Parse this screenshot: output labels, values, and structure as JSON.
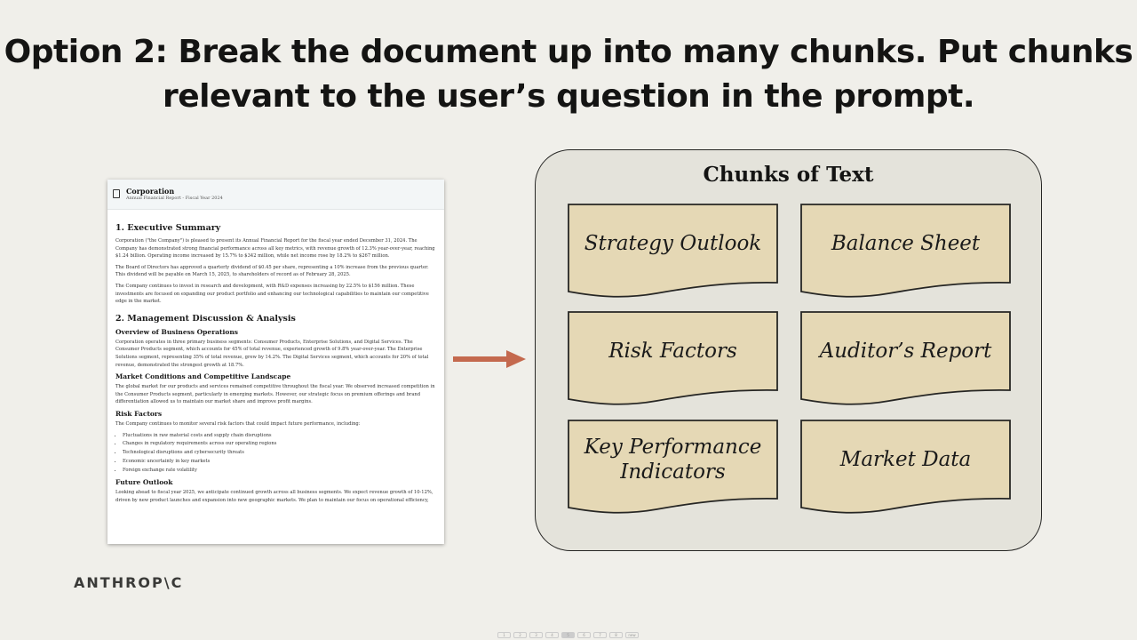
{
  "slide": {
    "title_prefix": "Option 2: ",
    "title_rest": "Break the document up into many chunks. Put chunks relevant to the user’s question in the prompt."
  },
  "document": {
    "title": "Corporation",
    "subtitle": "Annual Financial Report - Fiscal Year 2024",
    "sec1": "1. Executive Summary",
    "p1": "Corporation (\"the Company\") is pleased to present its Annual Financial Report for the fiscal year ended December 31, 2024. The Company has demonstrated strong financial performance across all key metrics, with revenue growth of 12.3% year-over-year, reaching $1.24 billion. Operating income increased by 15.7% to $342 million, while net income rose by 18.2% to $267 million.",
    "p2": "The Board of Directors has approved a quarterly dividend of $0.45 per share, representing a 10% increase from the previous quarter. This dividend will be payable on March 15, 2025, to shareholders of record as of February 28, 2025.",
    "p3": "The Company continues to invest in research and development, with R&D expenses increasing by 22.5% to $156 million. These investments are focused on expanding our product portfolio and enhancing our technological capabilities to maintain our competitive edge in the market.",
    "sec2": "2. Management Discussion & Analysis",
    "sub1": "Overview of Business Operations",
    "p4": "Corporation operates in three primary business segments: Consumer Products, Enterprise Solutions, and Digital Services. The Consumer Products segment, which accounts for 45% of total revenue, experienced growth of 9.8% year-over-year. The Enterprise Solutions segment, representing 35% of total revenue, grew by 14.2%. The Digital Services segment, which accounts for 20% of total revenue, demonstrated the strongest growth at 18.7%.",
    "sub2": "Market Conditions and Competitive Landscape",
    "p5": "The global market for our products and services remained competitive throughout the fiscal year. We observed increased competition in the Consumer Products segment, particularly in emerging markets. However, our strategic focus on premium offerings and brand differentiation allowed us to maintain our market share and improve profit margins.",
    "sub3": "Risk Factors",
    "p6": "The Company continues to monitor several risk factors that could impact future performance, including:",
    "risks": [
      "Fluctuations in raw material costs and supply chain disruptions",
      "Changes in regulatory requirements across our operating regions",
      "Technological disruptions and cybersecurity threats",
      "Economic uncertainty in key markets",
      "Foreign exchange rate volatility"
    ],
    "sub4": "Future Outlook",
    "p7": "Looking ahead to fiscal year 2025, we anticipate continued growth across all business segments. We expect revenue growth of 10-12%, driven by new product launches and expansion into new geographic markets. We plan to maintain our focus on operational efficiency,"
  },
  "chunks": {
    "title": "Chunks of Text",
    "items": [
      "Strategy Outlook",
      "Balance Sheet",
      "Risk Factors",
      "Auditor’s Report",
      "Key Performance Indicators",
      "Market Data"
    ]
  },
  "colors": {
    "arrow": "#c4694e",
    "card": "#e5d8b5",
    "container": "#e4e3db"
  },
  "logo": "ANTHROP\\C",
  "pager": [
    "1",
    "2",
    "3",
    "4",
    "5",
    "6",
    "7",
    "8",
    "new"
  ]
}
